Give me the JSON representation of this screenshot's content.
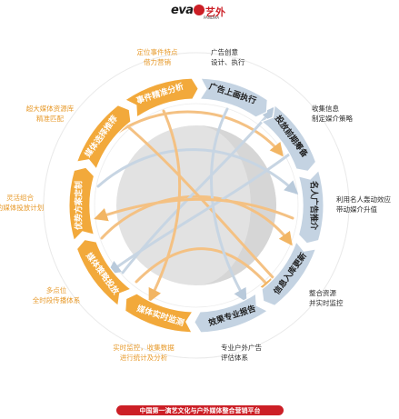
{
  "header": {
    "logo_latin": "eva",
    "logo_cn": "艺外",
    "logo_sub": "PANDMA"
  },
  "colors": {
    "orange": "#f2a93b",
    "orange_light": "#f7c98a",
    "blue": "#c4d3e2",
    "blue_light": "#dde6ef",
    "orange_text": "#e79a2b",
    "blue_text": "#2b2b2b",
    "center_gray": "#dedede",
    "footer_red": "#cc1f26"
  },
  "segments": [
    {
      "label": "广告上画执行",
      "side": "blue"
    },
    {
      "label": "投放前期筹备",
      "side": "blue"
    },
    {
      "label": "名人广告推介",
      "side": "blue"
    },
    {
      "label": "信息入库更新",
      "side": "blue"
    },
    {
      "label": "效果专业报告",
      "side": "blue"
    },
    {
      "label": "媒体实时监测",
      "side": "orange"
    },
    {
      "label": "媒体策略投放",
      "side": "orange"
    },
    {
      "label": "优势方案定制",
      "side": "orange"
    },
    {
      "label": "媒体选择推荐",
      "side": "orange"
    },
    {
      "label": "事件精准分析",
      "side": "orange"
    }
  ],
  "descriptions": {
    "top_right": {
      "lines": [
        "广告创意",
        "设计、执行"
      ]
    },
    "right_1": {
      "lines": [
        "收集信息",
        "制定媒介策略"
      ]
    },
    "right_2": {
      "lines": [
        "利用名人轰动效应",
        "带动媒介升值"
      ]
    },
    "right_3": {
      "lines": [
        "整合资源",
        "并实时监控"
      ]
    },
    "bottom_right": {
      "lines": [
        "专业户外广告",
        "评估体系"
      ]
    },
    "bottom_left": {
      "lines": [
        "实时监控，收集数据",
        "进行统计及分析"
      ]
    },
    "left_3": {
      "lines": [
        "多点位",
        "全时段传播体系"
      ]
    },
    "left_2": {
      "lines": [
        "灵活组合",
        "的媒体投放计划"
      ]
    },
    "left_1": {
      "lines": [
        "超大媒体资源库",
        "精准匹配"
      ]
    },
    "top_left": {
      "lines": [
        "定位事件特点",
        "借力营销"
      ]
    }
  },
  "footer": {
    "text": "中国第一演艺文化与户外媒体整合营销平台"
  }
}
